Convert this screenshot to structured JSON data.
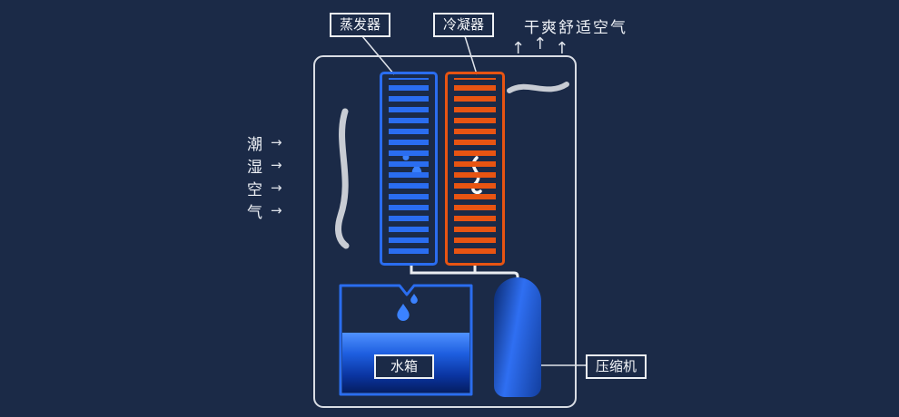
{
  "diagram": {
    "labels": {
      "evaporator": "蒸发器",
      "condenser": "冷凝器",
      "dry_air": "干爽舒适空气",
      "water_tank": "水箱",
      "compressor": "压缩机"
    },
    "humid_air_chars": [
      "潮",
      "湿",
      "空",
      "气"
    ],
    "arrows": {
      "up": "↑",
      "right": "→"
    },
    "colors": {
      "background": "#1b2a47",
      "evaporator_coil": "#2a6df0",
      "condenser_coil": "#e85412",
      "unit_outline": "#d9dde4",
      "pipe": "#e9ecf1",
      "water": "#1e5fe0",
      "compressor_body": "#2f6ff2",
      "fan_blade": "#c8ccd4",
      "text": "#f4f6f9"
    }
  }
}
